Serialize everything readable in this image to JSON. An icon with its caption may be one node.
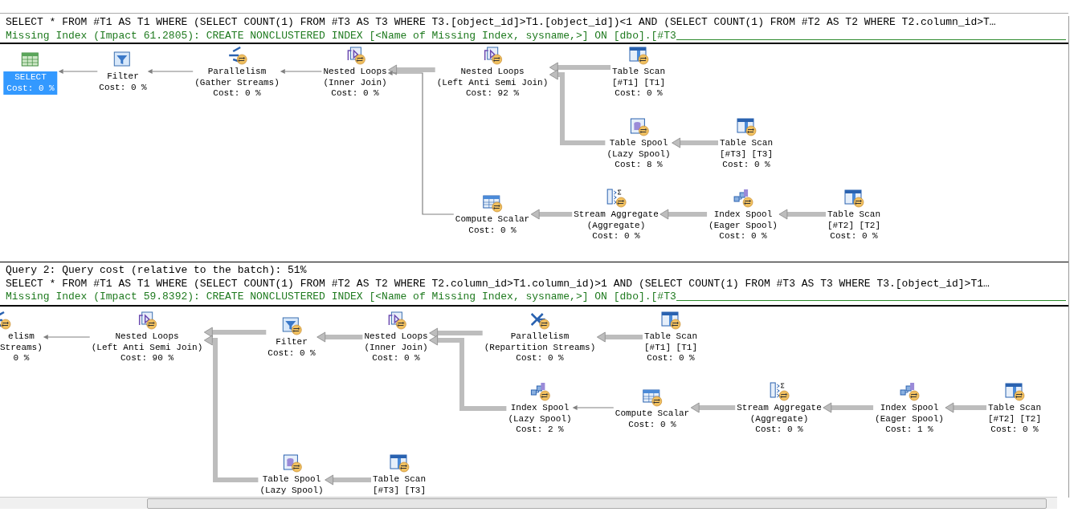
{
  "diagram": {
    "nodes": [
      {
        "text": [
          "SELECT",
          "Cost: 0 %"
        ]
      },
      {
        "text": [
          "Filter",
          "Cost: 0 %"
        ]
      },
      {
        "text": [
          "Parallelism",
          "(Gather Streams)",
          "Cost: 0 %"
        ]
      },
      {
        "text": [
          "Nested Loops",
          "(Inner Join)",
          "Cost: 0 %"
        ]
      },
      {
        "text": [
          "Nested Loops",
          "(Left Anti Semi Join)",
          "Cost: 92 %"
        ]
      },
      {
        "text": [
          "Table Scan",
          "[#T1] [T1]",
          "Cost: 0 %"
        ]
      },
      {
        "text": [
          "Table Spool",
          "(Lazy Spool)",
          "Cost: 8 %"
        ]
      },
      {
        "text": [
          "Table Scan",
          "[#T3] [T3]",
          "Cost: 0 %"
        ]
      },
      {
        "text": [
          "Compute Scalar",
          "Cost: 0 %"
        ]
      },
      {
        "text": [
          "Stream Aggregate",
          "(Aggregate)",
          "Cost: 0 %"
        ]
      },
      {
        "text": [
          "Index Spool",
          "(Eager Spool)",
          "Cost: 0 %"
        ]
      },
      {
        "text": [
          "Table Scan",
          "[#T2] [T2]",
          "Cost: 0 %"
        ]
      },
      {
        "text": [
          "elism",
          "Streams)",
          "0 %"
        ]
      },
      {
        "text": [
          "Nested Loops",
          "(Left Anti Semi Join)",
          "Cost: 90 %"
        ]
      },
      {
        "text": [
          "Filter",
          "Cost: 0 %"
        ]
      },
      {
        "text": [
          "Nested Loops",
          "(Inner Join)",
          "Cost: 0 %"
        ]
      },
      {
        "text": [
          "Parallelism",
          "(Repartition Streams)",
          "Cost: 0 %"
        ]
      },
      {
        "text": [
          "Table Scan",
          "[#T1] [T1]",
          "Cost: 0 %"
        ]
      },
      {
        "text": [
          "Index Spool",
          "(Lazy Spool)",
          "Cost: 2 %"
        ]
      },
      {
        "text": [
          "Compute Scalar",
          "Cost: 0 %"
        ]
      },
      {
        "text": [
          "Stream Aggregate",
          "(Aggregate)",
          "Cost: 0 %"
        ]
      },
      {
        "text": [
          "Index Spool",
          "(Eager Spool)",
          "Cost: 1 %"
        ]
      },
      {
        "text": [
          "Table Scan",
          "[#T2] [T2]",
          "Cost: 0 %"
        ]
      },
      {
        "text": [
          "Table Spool",
          "(Lazy Spool)"
        ]
      },
      {
        "text": [
          "Table Scan",
          "[#T3] [T3]"
        ]
      }
    ],
    "edges": [
      {
        "from": 1,
        "to": 0,
        "arrow": "to",
        "color": "#808080"
      },
      {
        "from": 2,
        "to": 1,
        "arrow": "to",
        "color": "#808080"
      },
      {
        "from": 3,
        "to": 2,
        "arrow": "to",
        "color": "#808080"
      },
      {
        "from": 4,
        "to": 3,
        "arrow": "to"
      },
      {
        "from": 8,
        "to": 3,
        "arrow": "to",
        "color": "#808080"
      },
      {
        "from": 5,
        "to": 4,
        "arrow": "to"
      },
      {
        "from": 6,
        "to": 4,
        "arrow": "to"
      },
      {
        "from": 7,
        "to": 6,
        "arrow": "to"
      },
      {
        "from": 9,
        "to": 8,
        "arrow": "to"
      },
      {
        "from": 10,
        "to": 9,
        "arrow": "to"
      },
      {
        "from": 11,
        "to": 10,
        "arrow": "to"
      },
      {
        "from": 13,
        "to": 12,
        "arrow": "to",
        "color": "#808080"
      },
      {
        "from": 14,
        "to": 13,
        "arrow": "to"
      },
      {
        "from": 23,
        "to": 13,
        "arrow": "to"
      },
      {
        "from": 15,
        "to": 14,
        "arrow": "to"
      },
      {
        "from": 16,
        "to": 15,
        "arrow": "to"
      },
      {
        "from": 18,
        "to": 15,
        "arrow": "to"
      },
      {
        "from": 17,
        "to": 16,
        "arrow": "to"
      },
      {
        "from": 19,
        "to": 18,
        "arrow": "to",
        "color": "#808080"
      },
      {
        "from": 20,
        "to": 19,
        "arrow": "to"
      },
      {
        "from": 21,
        "to": 20,
        "arrow": "to"
      },
      {
        "from": 22,
        "to": 21,
        "arrow": "to"
      },
      {
        "from": 24,
        "to": 23,
        "arrow": "to"
      }
    ],
    "labels": [
      "SELECT * FROM #T1 AS T1 WHERE (SELECT COUNT(1) FROM #T3 AS T3 WHERE T3.[object_id]>T1.[object_id])<1 AND (SELECT COUNT(1) FROM #T2 AS T2 WHERE T2.column_id>T…",
      "Missing Index (Impact 61.2805): CREATE NONCLUSTERED INDEX [<Name of Missing Index, sysname,>] ON [dbo].[#T3",
      "Query 2: Query cost (relative to the batch): 51%",
      "SELECT * FROM #T1 AS T1 WHERE (SELECT COUNT(1) FROM #T2 AS T2 WHERE T2.column_id>T1.column_id)>1 AND (SELECT COUNT(1) FROM #T3 AS T3 WHERE T3.[object_id]>T1…",
      "Missing Index (Impact 59.8392): CREATE NONCLUSTERED INDEX [<Name of Missing Index, sysname,>] ON [dbo].[#T3"
    ]
  }
}
